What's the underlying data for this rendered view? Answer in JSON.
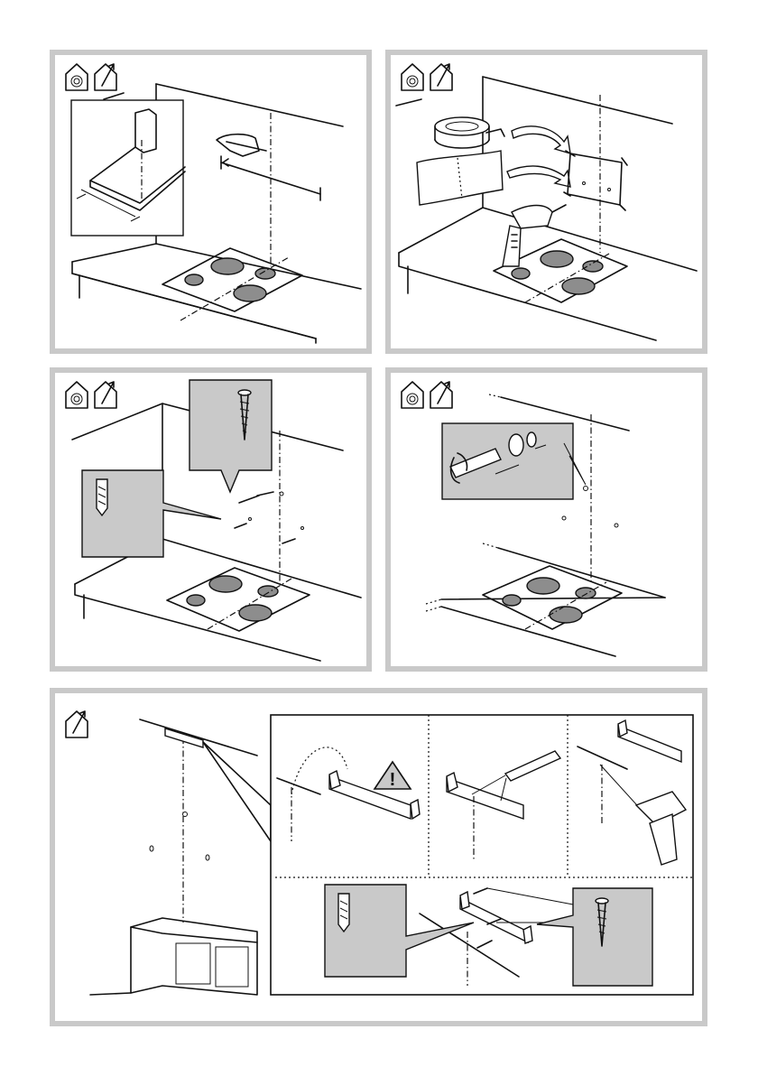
{
  "page": {
    "description_panels": [
      "step-1",
      "step-2",
      "step-3",
      "step-4",
      "step-5"
    ]
  },
  "icons": {
    "pictogram_house_spiral": "house-spiral-icon",
    "pictogram_house_arrow": "house-arrow-icon",
    "warning": "warning-icon"
  },
  "warning_symbol": "!",
  "colors": {
    "panel_border": "#c9c9c9",
    "burner": "#8d8d8d",
    "callout": "#c9c9c9"
  }
}
